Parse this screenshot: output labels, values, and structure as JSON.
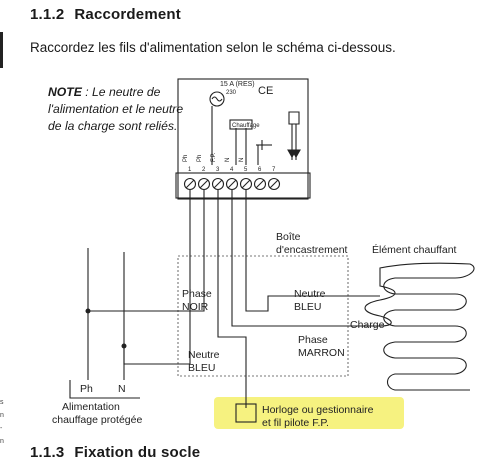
{
  "section_1": {
    "number": "1.1.2",
    "title": "Raccordement"
  },
  "intro": "Raccordez les fils d'alimentation selon le schéma ci-dessous.",
  "note": {
    "label": "NOTE",
    "text": " : Le neutre de l'alimentation et le neutre de la charge sont reliés."
  },
  "module": {
    "rating": "15 A (RES)",
    "voltage": "230",
    "ce": "CE",
    "fuse": "Chauffage",
    "terminals": [
      "Ph",
      "Ph",
      "F.P.",
      "N",
      "N"
    ],
    "terminal_numbers": [
      "1",
      "2",
      "3",
      "4",
      "5",
      "6",
      "7"
    ]
  },
  "labels": {
    "boite": "Boîte",
    "encastrement": "d'encastrement",
    "element": "Élément chauffant",
    "phase_noir_1": "Phase",
    "phase_noir_2": "NOIR",
    "neutre_bleu_top_1": "Neutre",
    "neutre_bleu_top_2": "BLEU",
    "charge": "Charge",
    "phase_marron_1": "Phase",
    "phase_marron_2": "MARRON",
    "neutre_bleu_bot_1": "Neutre",
    "neutre_bleu_bot_2": "BLEU",
    "ph": "Ph",
    "n": "N",
    "alim_1": "Alimentation",
    "alim_2": "chauffage protégée",
    "horloge_1": "Horloge ou gestionnaire",
    "horloge_2": "et fil pilote F.P."
  },
  "section_2": {
    "number": "1.1.3",
    "title": "Fixation du socle"
  },
  "side_marks": [
    "s",
    "n",
    "-",
    "n"
  ],
  "colors": {
    "highlight": "#f4f06a",
    "ink": "#1a1a1a"
  }
}
